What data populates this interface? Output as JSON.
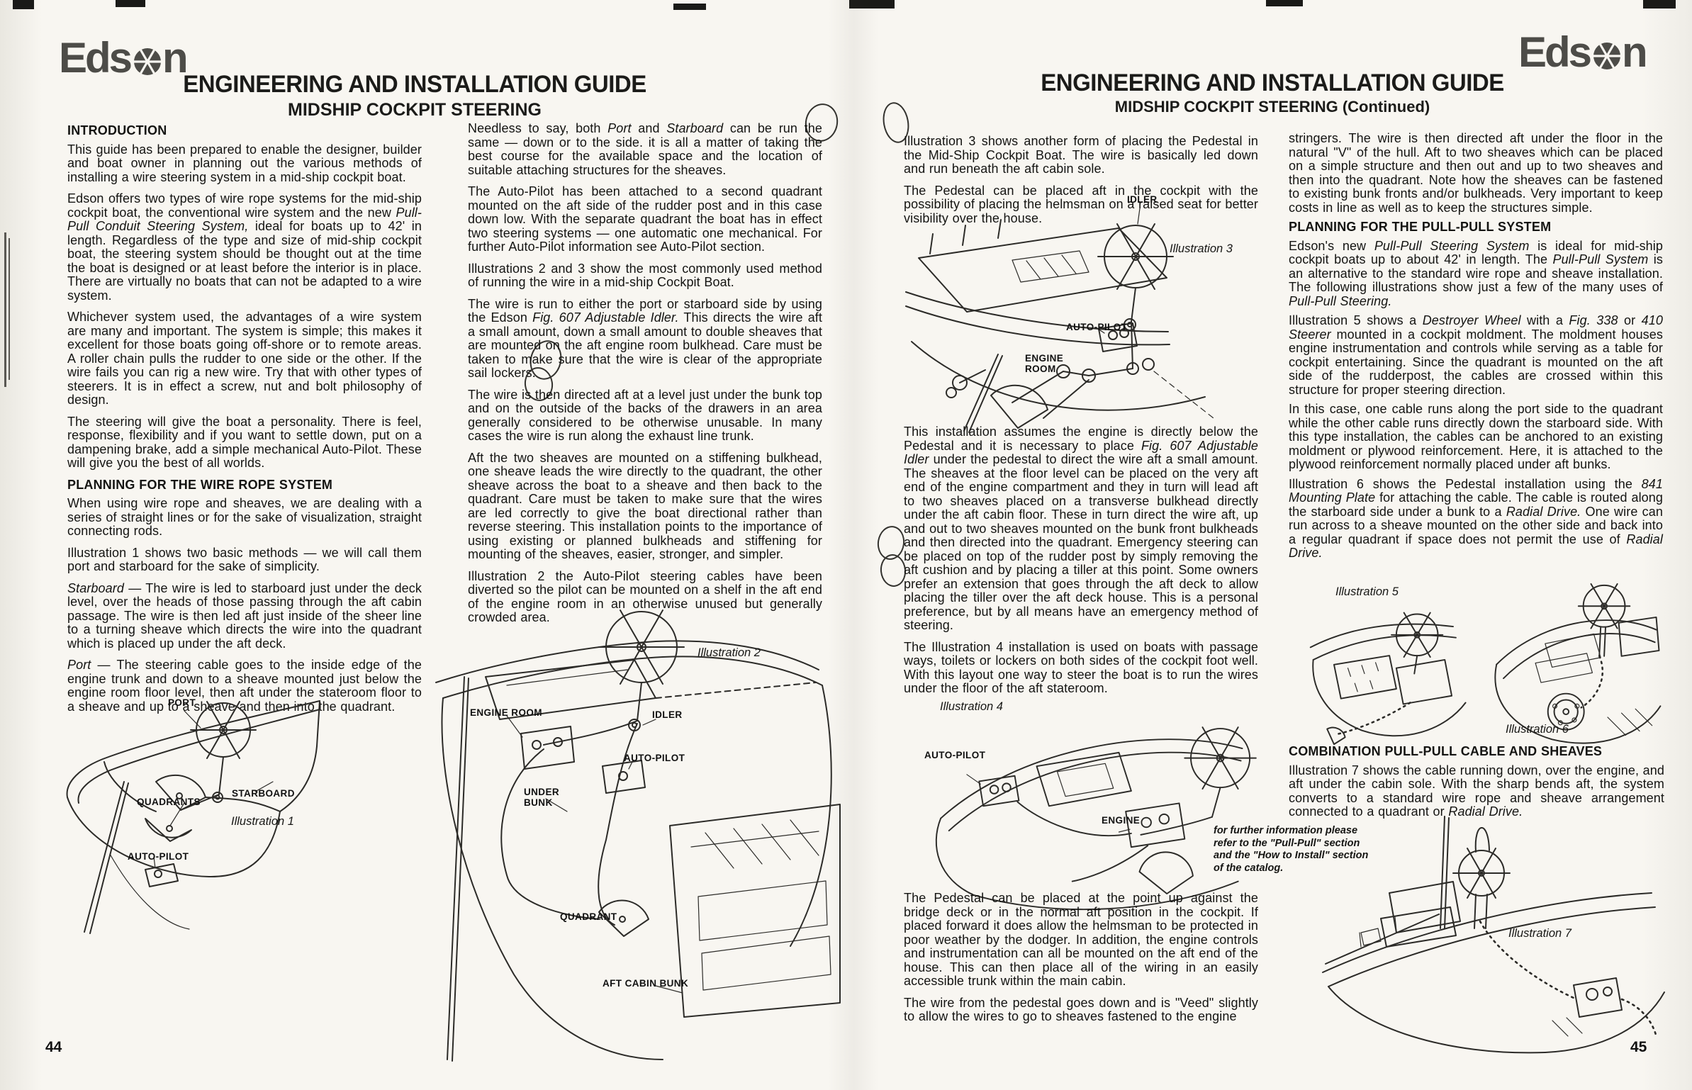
{
  "p44": {
    "page_number": "44",
    "logo": {
      "pre": "Eds",
      "post": "n"
    },
    "title": "ENGINEERING AND INSTALLATION GUIDE",
    "subtitle": "MIDSHIP COCKPIT STEERING",
    "col1": {
      "h1": "INTRODUCTION",
      "p1": [
        "This guide has been prepared to enable the designer, builder and boat owner in planning out the various methods of installing a wire steering system in a mid-ship cockpit boat."
      ],
      "p2": [
        "Edson offers two types of wire rope systems for the mid-ship cockpit boat, the conventional wire system and the new ",
        {
          "t": "Pull-Pull Conduit Steering System,",
          "i": true
        },
        " ideal for boats up to 42' in length. Regardless of the type and size of mid-ship cockpit boat, the steering system should be thought out at the time the boat is designed or at least before the interior is in place. There are virtually no boats that can not be adapted to a wire system."
      ],
      "p3": [
        "Whichever system used, the advantages of a wire system are many and important. The system is simple; this makes it excellent for those boats going off-shore or to remote areas. A roller chain pulls the rudder to one side or the other. If the wire fails you can rig a new wire. Try that with other types of steerers. It is in effect a screw, nut and bolt philosophy of design."
      ],
      "p4": [
        "The steering will give the boat a personality. There is feel, response, flexibility and if you want to settle down, put on a dampening brake, add a simple mechanical Auto-Pilot. These will give you the best of all worlds."
      ],
      "h2": "PLANNING FOR THE WIRE ROPE SYSTEM",
      "p5": [
        "When using wire rope and sheaves, we are dealing with a series of straight lines or for the sake of visualization, straight connecting rods."
      ],
      "p6": [
        "Illustration 1 shows two basic methods — we will call them port and starboard for the sake of simplicity."
      ],
      "p7": [
        {
          "t": "Starboard",
          "i": true
        },
        " — The wire is led to starboard just under the deck level, over the heads of those passing through the aft cabin passage. The wire is then led aft just inside of the sheer line to a turning sheave which directs the wire into the quadrant which is placed up under the aft deck."
      ],
      "p8": [
        {
          "t": "Port",
          "i": true
        },
        " — The steering cable goes to the inside edge of the engine trunk and down to a sheave mounted just below the engine room floor level, then aft under the stateroom floor to a sheave and up to a sheave and then into the quadrant."
      ]
    },
    "col2": {
      "p1": [
        "Needless to say, both ",
        {
          "t": "Port",
          "i": true
        },
        " and ",
        {
          "t": "Starboard",
          "i": true
        },
        " can be run the same — down or to the side. it is all a matter of taking the best course for the available space and the location of suitable attaching structures for the sheaves."
      ],
      "p2": [
        "The Auto-Pilot has been attached to a second quadrant mounted on the aft side of the rudder post and in this case down low. With the separate quadrant the boat has in effect two steering systems — one automatic one mechanical. For further Auto-Pilot information see Auto-Pilot section."
      ],
      "p3": [
        "Illustrations 2 and 3 show the most commonly used method of running the wire in a mid-ship Cockpit Boat."
      ],
      "p4": [
        "The wire is run to either the port or starboard side by using the Edson ",
        {
          "t": "Fig. 607 Adjustable Idler.",
          "i": true
        },
        " This directs the wire aft a small amount, down a small amount to double sheaves that are mounted on the aft engine room bulkhead. Care must be taken to make sure that the wire is clear of the appropriate sail lockers."
      ],
      "p5": [
        "The wire is then directed aft at a level just under the bunk top and on the outside of the backs of the drawers in an area generally considered to be otherwise unusable. In many cases the wire is run along the exhaust line trunk."
      ],
      "p6": [
        "Aft the two sheaves are mounted on a stiffening bulkhead, one sheave leads the wire directly to the quadrant, the other sheave across the boat to a sheave and then back to the quadrant. Care must be taken to make sure that the wires are led correctly to give the boat directional rather than reverse steering. This installation points to the importance of using existing or planned bulkheads and stiffening for mounting of the sheaves, easier, stronger, and simpler."
      ],
      "p7": [
        "Illustration 2 the Auto-Pilot steering cables have been diverted so the pilot can be mounted on a shelf in the aft end of the engine room in an otherwise unused but generally crowded area."
      ]
    },
    "ill1": {
      "caption": "Illustration 1",
      "labels": {
        "port": "PORT",
        "quadrants": "QUADRANTS",
        "starboard": "STARBOARD",
        "autopilot": "AUTO-PILOT"
      }
    },
    "ill2": {
      "caption": "Illustration 2",
      "labels": {
        "engine_room": "ENGINE ROOM",
        "idler": "IDLER",
        "autopilot": "AUTO-PILOT",
        "under_bunk": "UNDER\nBUNK",
        "quadrant": "QUADRANT",
        "aft_cabin_bunk": "AFT CABIN BUNK"
      }
    }
  },
  "p45": {
    "page_number": "45",
    "logo": {
      "pre": "Eds",
      "post": "n"
    },
    "title": "ENGINEERING AND INSTALLATION GUIDE",
    "subtitle": "MIDSHIP COCKPIT STEERING (Continued)",
    "col1": {
      "p1": [
        "Illustration 3 shows another form of placing the Pedestal in the Mid-Ship Cockpit Boat. The wire is basically led down and run beneath the aft cabin sole."
      ],
      "p2": [
        "The Pedestal can be placed aft in the cockpit with the possibility of placing the helmsman on a raised seat for better visibility over the house."
      ],
      "p3": [
        "This installation assumes the engine is directly below the Pedestal and it is necessary to place ",
        {
          "t": "Fig. 607 Adjustable Idler",
          "i": true
        },
        " under the pedestal to direct the wire aft a small amount. The sheaves at the floor level can be placed on the very aft end of the engine compartment and they in turn will lead aft to two sheaves placed on a transverse bulkhead directly under the aft cabin floor. These in turn direct the wire aft, up and out to two sheaves mounted on the bunk front bulkheads and then directed into the quadrant. Emergency steering can be placed on top of the rudder post by simply removing the aft cushion and by placing a tiller at this point. Some owners prefer an extension that goes through the aft deck to allow placing the tiller over the aft deck house. This is a personal preference, but by all means have an emergency method of steering."
      ],
      "p4": [
        "The Illustration 4 installation is used on boats with passage ways, toilets or lockers on both sides of the cockpit foot well. With this layout one way to steer the boat is to run the wires under the floor of the aft stateroom."
      ],
      "p5": [
        "The Pedestal can be placed at the point up against the bridge deck or in the normal aft position in the cockpit. If placed forward it does allow the helmsman to be protected in poor weather by the dodger. In addition, the engine controls and instrumentation can all be mounted on the aft end of the house. This can then place all of the wiring in an easily accessible trunk within the main cabin."
      ],
      "p6": [
        "The wire from the pedestal goes down and is \"Veed\" slightly to allow the wires to go to sheaves fastened to the engine"
      ]
    },
    "col2": {
      "p1": [
        "stringers. The wire is then directed aft under the floor in the natural \"V\" of the hull. Aft to two sheaves which can be placed on a simple structure and then out and up to two sheaves and then into the quadrant. Note how the sheaves can be fastened to existing bunk fronts and/or bulkheads. Very important to keep costs in line as well as to keep the structures simple."
      ],
      "h1": "PLANNING FOR THE PULL-PULL SYSTEM",
      "p2": [
        "Edson's new ",
        {
          "t": "Pull-Pull Steering System",
          "i": true
        },
        " is ideal for mid-ship cockpit boats up to about 42' in length. The ",
        {
          "t": "Pull-Pull System",
          "i": true
        },
        " is an alternative to the standard wire rope and sheave installation. The following illustrations show just a few of the many uses of ",
        {
          "t": "Pull-Pull Steering.",
          "i": true
        }
      ],
      "p3": [
        "Illustration 5 shows a ",
        {
          "t": "Destroyer Wheel",
          "i": true
        },
        " with a ",
        {
          "t": "Fig. 338",
          "i": true
        },
        " or ",
        {
          "t": "410 Steerer",
          "i": true
        },
        " mounted in a cockpit moldment. The moldment houses engine instrumentation and controls while serving as a table for cockpit entertaining. Since the quadrant is mounted on the aft side of the rudderpost, the cables are crossed within this structure for proper steering direction."
      ],
      "p4": [
        "In this case, one cable runs along the port side to the quadrant while the other cable runs directly down the starboard side. With this type installation, the cables can be anchored to an existing moldment or plywood reinforcement. Here, it is attached to the plywood reinforcement normally placed under aft bunks."
      ],
      "p5": [
        "Illustration 6 shows the Pedestal installation using the ",
        {
          "t": "841 Mounting Plate",
          "i": true
        },
        " for attaching the cable. The cable is routed along the starboard side under a bunk to a ",
        {
          "t": "Radial Drive.",
          "i": true
        },
        " One wire can run across to a sheave mounted on the other side and back into a regular quadrant if space does not permit the use of ",
        {
          "t": "Radial Drive.",
          "i": true
        }
      ],
      "h2": "COMBINATION PULL-PULL CABLE AND SHEAVES",
      "p6": [
        "Illustration 7 shows the cable running down, over the engine, and aft under the cabin sole. With the sharp bends aft, the system converts to a standard wire rope and sheave arrangement connected to a quadrant or ",
        {
          "t": "Radial Drive.",
          "i": true
        }
      ],
      "note": "for further information please refer to the \"Pull-Pull\" section and the \"How to Install\" section of the catalog."
    },
    "ill3": {
      "caption": "Illustration 3",
      "labels": {
        "idler": "IDLER",
        "autopilot": "AUTO-PILOT",
        "engine_room": "ENGINE\nROOM"
      }
    },
    "ill4": {
      "caption": "Illustration 4",
      "labels": {
        "autopilot": "AUTO-PILOT",
        "engine": "ENGINE"
      }
    },
    "ill5": {
      "caption": "Illustration 5"
    },
    "ill6": {
      "caption": "Illustration 6"
    },
    "ill7": {
      "caption": "Illustration 7"
    }
  }
}
